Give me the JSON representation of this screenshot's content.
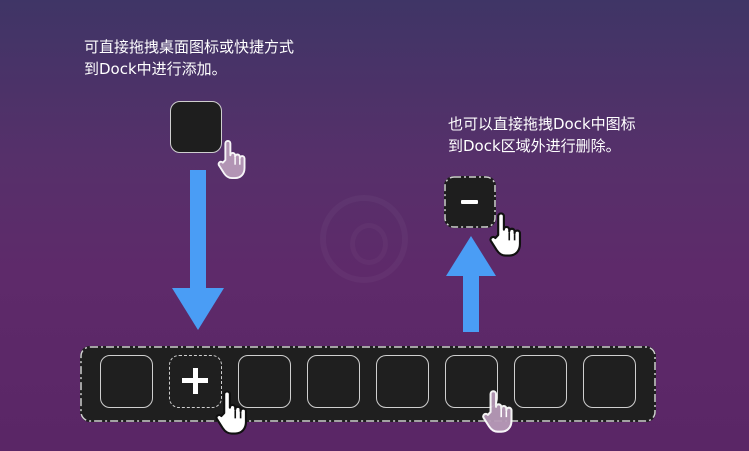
{
  "instructions": {
    "add": {
      "line1": "可直接拖拽桌面图标或快捷方式",
      "line2": "到Dock中进行添加。"
    },
    "remove": {
      "line1": "也可以直接拖拽Dock中图标",
      "line2": "到Dock区域外进行删除。"
    }
  },
  "dock": {
    "slot_count": 8,
    "add_slot_index": 1,
    "plus_glyph": "+"
  },
  "remove_icon": {
    "glyph": "−"
  },
  "icons": {
    "cursor": "hand-pointer-icon",
    "add": "plus-icon",
    "remove": "minus-icon"
  },
  "colors": {
    "arrow": "#4a9df5",
    "dock_background": "#1f1f1f",
    "icon_background": "#1e1e1e",
    "icon_border": "#cfcfcf",
    "cursor_faded": "#b79ab8"
  }
}
